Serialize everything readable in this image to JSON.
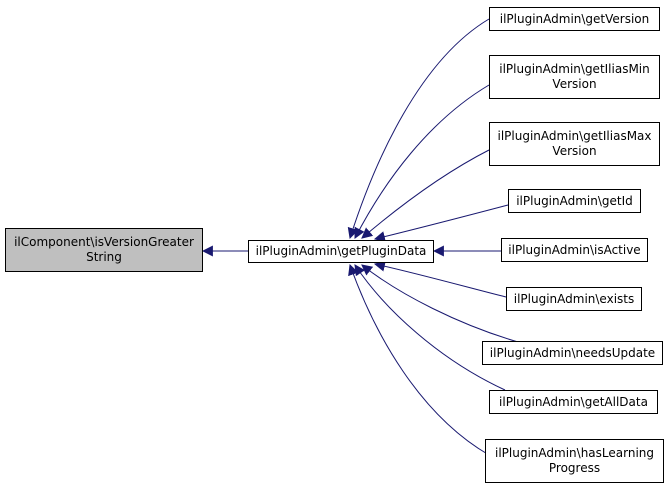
{
  "colors": {
    "edge": "#191970",
    "highlight_fill": "#bfbfbf",
    "node_fill": "#ffffff",
    "border": "#000000"
  },
  "nodes": {
    "is_version_greater": {
      "line1": "ilComponent\\isVersionGreater",
      "line2": "String"
    },
    "get_plugin_data": {
      "line1": "ilPluginAdmin\\getPluginData"
    },
    "get_version": {
      "line1": "ilPluginAdmin\\getVersion"
    },
    "get_ilias_min_version": {
      "line1": "ilPluginAdmin\\getIliasMin",
      "line2": "Version"
    },
    "get_ilias_max_version": {
      "line1": "ilPluginAdmin\\getIliasMax",
      "line2": "Version"
    },
    "get_id": {
      "line1": "ilPluginAdmin\\getId"
    },
    "is_active": {
      "line1": "ilPluginAdmin\\isActive"
    },
    "exists": {
      "line1": "ilPluginAdmin\\exists"
    },
    "needs_update": {
      "line1": "ilPluginAdmin\\needsUpdate"
    },
    "get_all_data": {
      "line1": "ilPluginAdmin\\getAllData"
    },
    "has_learning_progress": {
      "line1": "ilPluginAdmin\\hasLearning",
      "line2": "Progress"
    }
  }
}
